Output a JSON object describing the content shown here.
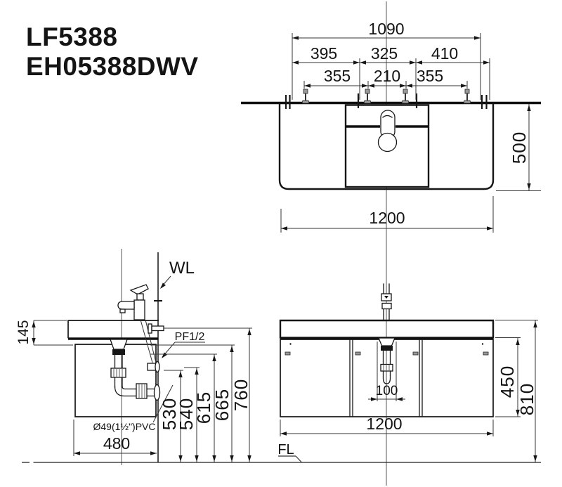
{
  "title": {
    "model_1": "LF5388",
    "model_2": "EH05388DWV"
  },
  "top_view": {
    "dim_total_width": "1090",
    "dim_left_span": "395",
    "dim_center_span": "325",
    "dim_right_span": "410",
    "dim_bolt_left": "355",
    "dim_bolt_center": "210",
    "dim_bolt_right": "355",
    "dim_depth": "500",
    "dim_width": "1200"
  },
  "side_view": {
    "wall_line_label": "WL",
    "dim_basin_height": "145",
    "supply_label": "PF1/2",
    "drain_pipe_label": "Ø49(1½\")PVC",
    "dim_depth": "480",
    "heights": [
      "530",
      "540",
      "615",
      "665",
      "760"
    ]
  },
  "front_view": {
    "dim_drain_offset": "100",
    "dim_cabinet_height": "450",
    "dim_counter_height": "810",
    "dim_width": "1200",
    "floor_line_label": "FL"
  }
}
